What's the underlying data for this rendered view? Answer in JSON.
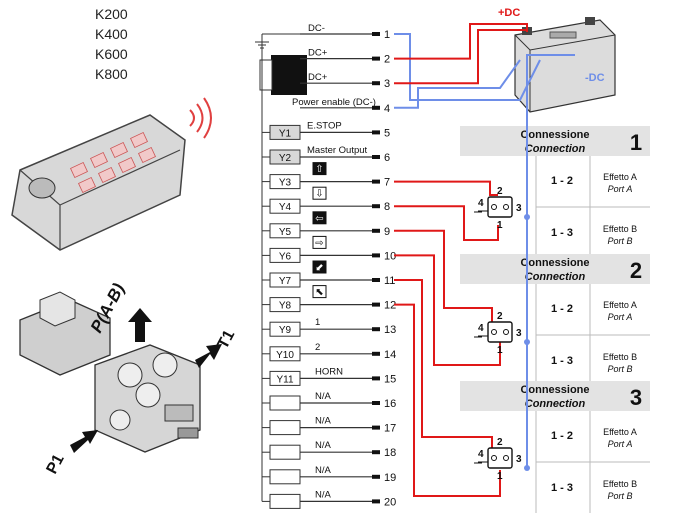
{
  "models": [
    "K200",
    "K400",
    "K600",
    "K800"
  ],
  "wiring": {
    "top_labels": [
      "DC-",
      "DC+",
      "DC+",
      "Power enable (DC-)"
    ],
    "y_labels": [
      "Y1",
      "Y2",
      "Y3",
      "Y4",
      "Y5",
      "Y6",
      "Y7",
      "Y8",
      "Y9",
      "Y10",
      "Y11",
      "",
      "",
      "",
      "",
      ""
    ],
    "descriptions": [
      "E.STOP",
      "Master Output",
      "",
      "",
      "",
      "",
      "",
      "",
      "1",
      "2",
      "HORN",
      "N/A",
      "N/A",
      "N/A",
      "N/A",
      "N/A"
    ],
    "terminals": [
      "1",
      "2",
      "3",
      "4",
      "5",
      "6",
      "7",
      "8",
      "9",
      "10",
      "11",
      "12",
      "13",
      "14",
      "15",
      "16",
      "17",
      "18",
      "19",
      "20"
    ]
  },
  "battery": {
    "plus": "+DC",
    "minus": "-DC"
  },
  "valve_labels": {
    "pab": "P(A-B)",
    "t1": "T1",
    "p1": "P1"
  },
  "connections": [
    {
      "title": "Connessione",
      "subtitle": "Connection",
      "number": "1",
      "rows": [
        {
          "range": "1 - 2",
          "effect": "Effetto A",
          "port": "Port A"
        },
        {
          "range": "1 - 3",
          "effect": "Effetto B",
          "port": "Port B"
        }
      ]
    },
    {
      "title": "Connessione",
      "subtitle": "Connection",
      "number": "2",
      "rows": [
        {
          "range": "1 - 2",
          "effect": "Effetto A",
          "port": "Port A"
        },
        {
          "range": "1 - 3",
          "effect": "Effetto B",
          "port": "Port B"
        }
      ]
    },
    {
      "title": "Connessione",
      "subtitle": "Connection",
      "number": "3",
      "rows": [
        {
          "range": "1 - 2",
          "effect": "Effetto A",
          "port": "Port A"
        },
        {
          "range": "1 - 3",
          "effect": "Effetto B",
          "port": "Port B"
        }
      ]
    }
  ],
  "connector_pins": [
    "4",
    "2",
    "3",
    "1"
  ],
  "colors": {
    "red": "#e01818",
    "blue": "#6e8ee8",
    "header_bg": "#e3e3e3"
  }
}
